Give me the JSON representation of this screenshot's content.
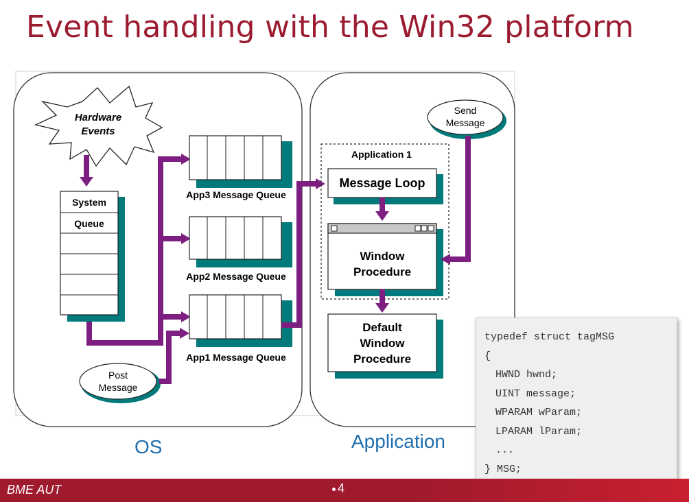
{
  "slide": {
    "title": "Event handling with the Win32 platform",
    "page_number": "4",
    "logo_text": "BME AUT"
  },
  "diagram": {
    "hardware_events": [
      "Hardware",
      "Events"
    ],
    "system_queue": [
      "System",
      "Queue"
    ],
    "queues": {
      "app3": "App3 Message Queue",
      "app2": "App2 Message Queue",
      "app1": "App1 Message Queue"
    },
    "post_message": [
      "Post",
      "Message"
    ],
    "send_message": [
      "Send",
      "Message"
    ],
    "application1": "Application 1",
    "message_loop": "Message Loop",
    "window_procedure": [
      "Window",
      "Procedure"
    ],
    "default_window_procedure": [
      "Default",
      "Window",
      "Procedure"
    ],
    "os_label": "OS",
    "app_label": "Application",
    "colors": {
      "arrow": "#7d1f80",
      "shadow": "#007a7a",
      "title": "#9b1b30",
      "label": "#1f6fb0"
    }
  },
  "code": {
    "lines": [
      "typedef struct tagMSG",
      "{",
      "HWND hwnd;",
      "UINT message;",
      "WPARAM wParam;",
      "LPARAM lParam;",
      "...",
      "} MSG;"
    ]
  }
}
